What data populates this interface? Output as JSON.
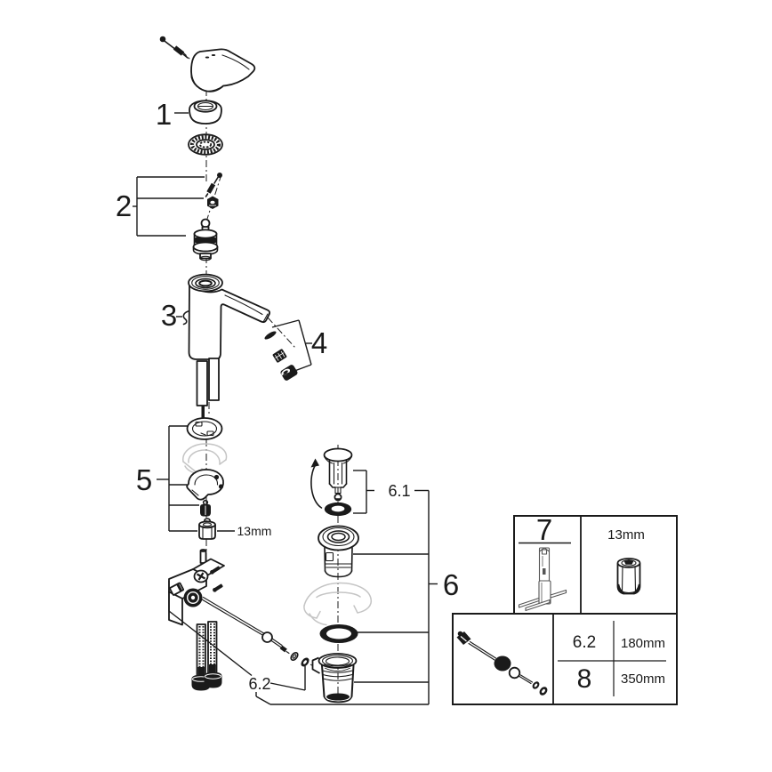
{
  "diagram": {
    "type": "exploded-parts-diagram",
    "subject": "single-lever basin mixer with pop-up waste",
    "callouts": {
      "part1": "1",
      "part2": "2",
      "part3": "3",
      "part4": "4",
      "part5": "5",
      "part6": "6",
      "part6_1": "6.1",
      "part6_2": "6.2"
    },
    "annotations": {
      "hex_nut_size": "13mm"
    },
    "info_boxes": {
      "tool": {
        "part_number": "7",
        "wrench_size": "13mm"
      },
      "rods": {
        "rows": [
          {
            "part_number": "6.2",
            "length": "180mm"
          },
          {
            "part_number": "8",
            "length": "350mm"
          }
        ]
      }
    },
    "colors": {
      "line": "#1a1a1a",
      "ghost": "#c5c5c5",
      "background": "#ffffff"
    }
  }
}
